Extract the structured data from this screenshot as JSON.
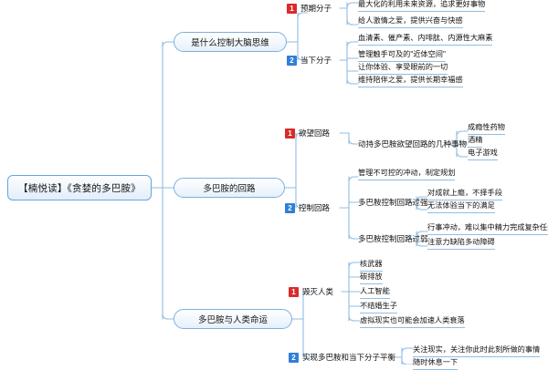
{
  "colors": {
    "line": "#8fbde4",
    "node_border": "#7fb0db",
    "root_border": "#6ba3d6",
    "badge_red": "#d92b2b",
    "badge_blue": "#2f7fd6",
    "background": "#ffffff",
    "text": "#111111"
  },
  "root": {
    "label": "【楠悦读】《贪婪的多巴胺》"
  },
  "branches": [
    {
      "label": "是什么控制大脑思维",
      "subs": [
        {
          "number": "1",
          "badge_color": "red",
          "label": "预期分子",
          "leaves": [
            "最大化的利用未来资源，追求更好事物",
            "给人激情之爱，提供兴奋与快感"
          ]
        },
        {
          "number": "2",
          "badge_color": "blue",
          "label": "当下分子",
          "leaves": [
            "血清素、催产素、内啡肽、内源性大麻素",
            "管理触手可及的\"近体空间\"",
            "让你体验、享受眼前的一切",
            "维持陪伴之爱，提供长期幸福感"
          ]
        }
      ]
    },
    {
      "label": "多巴胺的回路",
      "subs": [
        {
          "number": "1",
          "badge_color": "red",
          "label": "欲望回路",
          "topics": [
            {
              "label": "动持多巴胺欲望回路的几种事物",
              "leaves": [
                "成瘾性药物",
                "酒精",
                "电子游戏"
              ]
            }
          ]
        },
        {
          "number": "2",
          "badge_color": "blue",
          "label": "控制回路",
          "lead_leaf": "管理不可控的冲动，制定规划",
          "topics": [
            {
              "label": "多巴胺控制回路过强",
              "leaves": [
                "对成就上瘾，不择手段",
                "无法体验当下的满足"
              ]
            },
            {
              "label": "多巴胺控制回路过弱",
              "leaves": [
                "行事冲动，难以集中精力完成复杂任务",
                "注意力缺陷多动障碍"
              ]
            }
          ]
        }
      ]
    },
    {
      "label": "多巴胺与人类命运",
      "subs": [
        {
          "number": "1",
          "badge_color": "red",
          "label": "毁灭人类",
          "leaves": [
            "核武器",
            "碳排放",
            "人工智能",
            "不结婚生子",
            "虚拟现实也可能会加速人类衰落"
          ]
        },
        {
          "number": "2",
          "badge_color": "blue",
          "label": "实现多巴胺和当下分子平衡",
          "leaves": [
            "关注现实，关注你此时此刻所做的事情",
            "随时休息一下"
          ]
        }
      ]
    }
  ]
}
